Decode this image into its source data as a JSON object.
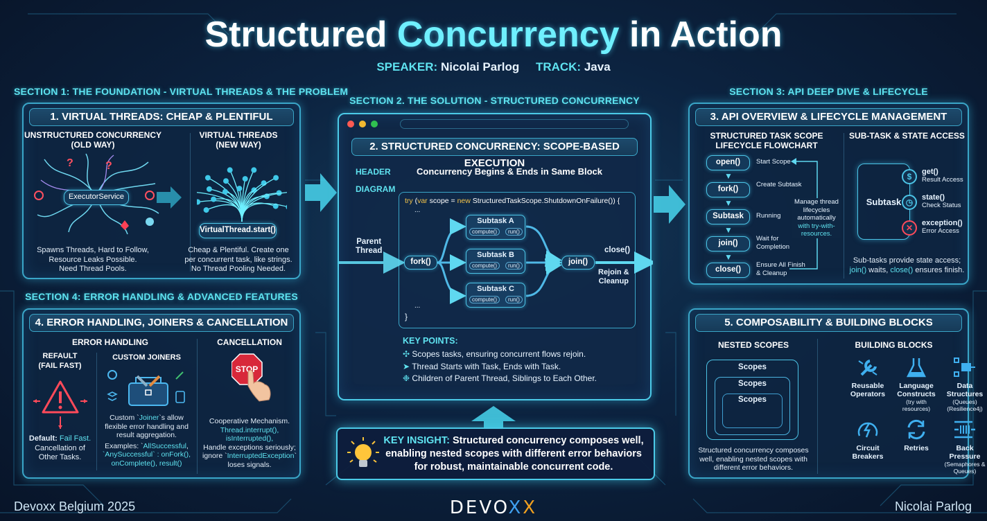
{
  "title": {
    "part1": "Structured ",
    "accent": "Concurrency",
    "part2": " in Action"
  },
  "speaker": {
    "label": "SPEAKER:",
    "name": "Nicolai Parlog",
    "track_label": "TRACK:",
    "track": "Java"
  },
  "colors": {
    "accent": "#5fe3f0",
    "panel_border": "#3aa6c8",
    "background": "#0c2340",
    "error": "#ff4a5a",
    "warning_bulb": "#ffc53a"
  },
  "section1": {
    "label": "SECTION 1: THE FOUNDATION - VIRTUAL THREADS & THE PROBLEM",
    "panel_title": "1. VIRTUAL THREADS: CHEAP & PLENTIFUL",
    "left": {
      "title1": "UNSTRUCTURED CONCURRENCY",
      "title2": "(OLD WAY)",
      "node": "ExecutorService",
      "desc": [
        "Spawns Threads, Hard to Follow,",
        "Resource Leaks Possible.",
        "Need Thread Pools."
      ]
    },
    "right": {
      "title1": "VIRTUAL THREADS",
      "title2": "(NEW WAY)",
      "node": "VirtualThread.start()",
      "desc": [
        "Cheap & Plentiful. Create one",
        "per concurrent task, like strings.",
        "No Thread Pooling Needed."
      ]
    }
  },
  "section2": {
    "label": "SECTION 2. THE SOLUTION - STRUCTURED CONCURRENCY",
    "panel_title": "2. STRUCTURED CONCURRENCY: SCOPE-BASED EXECUTION",
    "header_label": "HEADER",
    "header_text": "Concurrency Begins & Ends in Same Block",
    "diagram_label": "DIAGRAM",
    "code": {
      "kw1": "try",
      "p1": " (",
      "kw2": "var",
      "p2": " scope = ",
      "kw3": "new",
      "p3": " StructuredTaskScope.ShutdownOnFailure()) {",
      "ellipsis": "...",
      "close": "}"
    },
    "parent": [
      "Parent",
      "Thread"
    ],
    "fork": "fork()",
    "join": "join()",
    "close_call": "close()",
    "rejoin": [
      "Rejoin &",
      "Cleanup"
    ],
    "subtasks": [
      {
        "name": "Subtask A",
        "m1": "compute()",
        "m2": "run()"
      },
      {
        "name": "Subtask B",
        "m1": "compute()",
        "m2": "run()"
      },
      {
        "name": "Subtask C",
        "m1": "compute()",
        "m2": "run()"
      }
    ],
    "key_points_title": "KEY POINTS:",
    "key_points": [
      "Scopes tasks, ensuring concurrent flows rejoin.",
      "Thread Starts with Task, Ends with Task.",
      "Children of Parent Thread, Siblings to Each Other."
    ]
  },
  "section3": {
    "label": "SECTION 3: API DEEP DIVE & LIFECYCLE",
    "panel_title": "3. API OVERVIEW & LIFECYCLE MANAGEMENT",
    "flow_title": [
      "STRUCTURED TASK SCOPE",
      "LIFECYCLE FLOWCHART"
    ],
    "steps": [
      {
        "call": "open()",
        "label": "Start Scope"
      },
      {
        "call": "fork()",
        "label": "Create Subtask"
      },
      {
        "call": "Subtask",
        "label": "Running"
      },
      {
        "call": "join()",
        "label": "Wait for Completion"
      },
      {
        "call": "close()",
        "label": "Ensure All Finish & Cleanup"
      }
    ],
    "manage_note": [
      "Manage thread",
      "lifecycles",
      "automatically",
      "with try-with-",
      "resources."
    ],
    "state_title": "SUB-TASK & STATE ACCESS",
    "subtask": "Subtask",
    "accessors": [
      {
        "call": "get()",
        "label": "Result Access",
        "icon": "dollar-icon"
      },
      {
        "call": "state()",
        "label": "Check Status",
        "icon": "clock-icon"
      },
      {
        "call": "exception()",
        "label": "Error Access",
        "icon": "error-x-icon"
      }
    ],
    "note_line1": "Sub-tasks provide state access;",
    "note_join": "join()",
    "note_mid": " waits, ",
    "note_close": "close()",
    "note_end": " ensures finish."
  },
  "section4": {
    "label": "SECTION 4: ERROR HANDLING & ADVANCED FEATURES",
    "panel_title": "4. ERROR HANDLING, JOINERS & CANCELLATION",
    "error_title": "ERROR HANDLING",
    "default_title": [
      "REFAULT",
      "(FAIL FAST)"
    ],
    "default_bold": "Default:",
    "default_hl": "Fail Fast.",
    "default_desc": [
      "Cancellation of",
      "Other Tasks."
    ],
    "joiners_title": "CUSTOM JOINERS",
    "joiners_desc": {
      "pre": "Custom `",
      "hl": "Joiner",
      "post": "`s allow",
      "l2": "flexible error handling and",
      "l3": "result aggregation."
    },
    "joiners_examples": {
      "pre": "Examples: `",
      "hl1": "AllSuccessful",
      "mid": ",",
      "hl2": "`AnySuccessful` : onFork(),",
      "hl3": "onComplete(), result()"
    },
    "cancel_title": "CANCELLATION",
    "stop": "STOP",
    "cancel_desc": "Cooperative Mechanism.",
    "cancel_code": [
      "Thread.interrupt(),",
      "isInterrupted(),"
    ],
    "cancel_note": {
      "l1": "Handle exceptions seriously;",
      "pre": "ignore `",
      "hl": "InterruptedException",
      "post": "`",
      "l3": "loses signals."
    }
  },
  "section5": {
    "panel_title": "5. COMPOSABILITY & BUILDING BLOCKS",
    "nested_title": "NESTED SCOPES",
    "scopes": [
      "Scopes",
      "Scopes",
      "Scopes"
    ],
    "nested_desc": [
      "Structured concurrency composes",
      "well, enabling nested scopes with",
      "different error behaviors."
    ],
    "blocks_title": "BUILDING BLOCKS",
    "blocks": [
      {
        "name": [
          "Reusable",
          "Operators"
        ],
        "sub": "",
        "icon": "wrench-icon"
      },
      {
        "name": [
          "Language",
          "Constructs"
        ],
        "sub": "(try with resources)",
        "icon": "flask-icon"
      },
      {
        "name": [
          "Data Structures"
        ],
        "sub": "(Queues) (Resilience4j)",
        "icon": "data-structure-icon"
      },
      {
        "name": [
          "Circuit",
          "Breakers"
        ],
        "sub": "",
        "icon": "circuit-breaker-icon"
      },
      {
        "name": [
          "Retries"
        ],
        "sub": "",
        "icon": "retry-icon"
      },
      {
        "name": [
          "Back Pressure"
        ],
        "sub": "(Semaphores & Queues)",
        "icon": "back-pressure-icon"
      }
    ]
  },
  "insight": {
    "label": "KEY INSIGHT:",
    "text1": " Structured concurrency composes well,",
    "text2": "enabling nested scopes with different error behaviors",
    "text3": "for robust, maintainable concurrent code."
  },
  "footer": {
    "left": "Devoxx Belgium 2025",
    "right": "Nicolai Parlog",
    "logo": "DEVOXX"
  }
}
